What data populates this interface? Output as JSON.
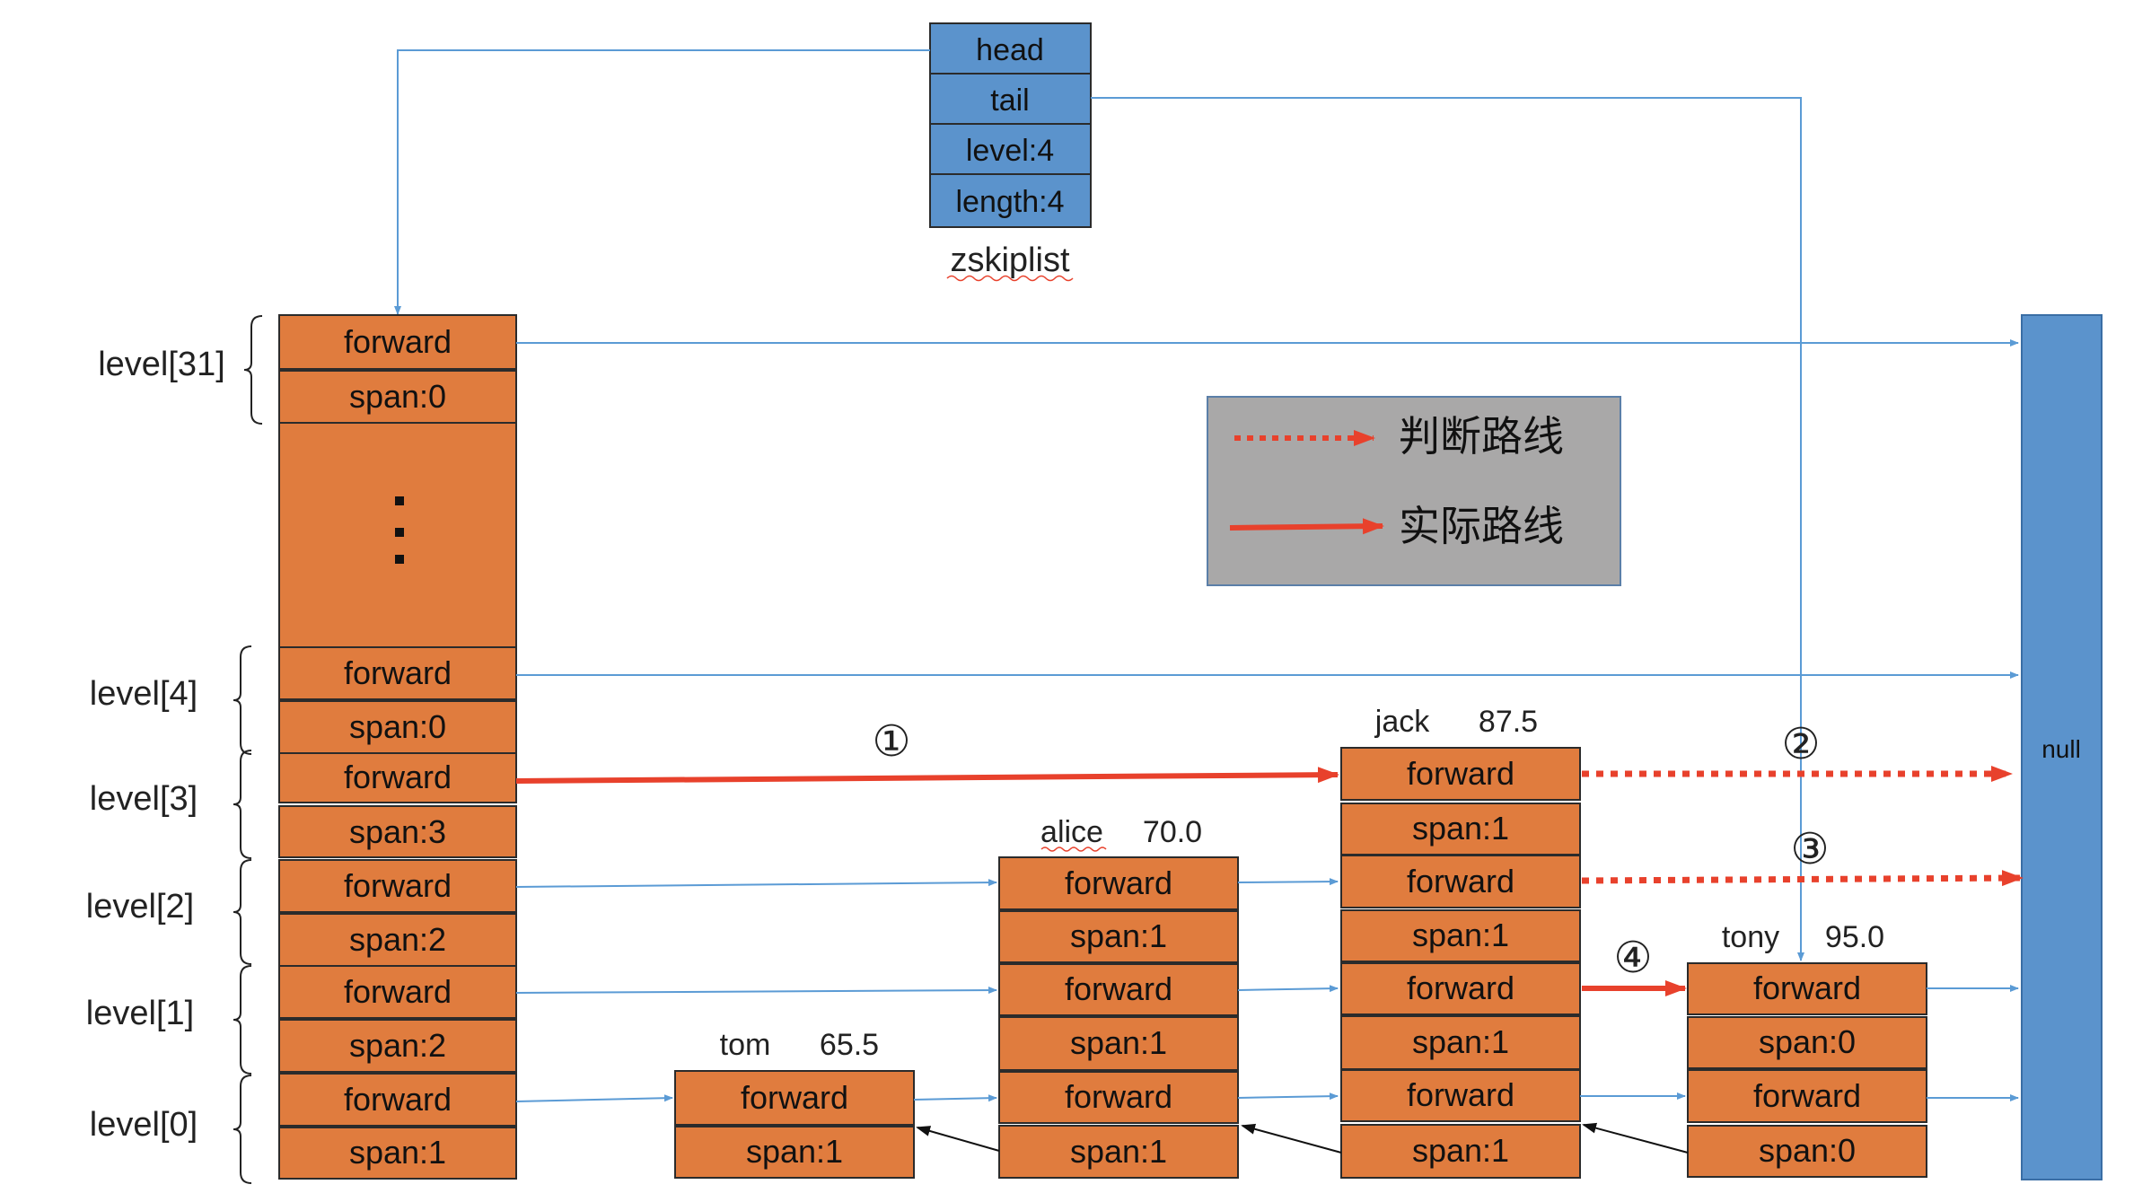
{
  "colors": {
    "node_fill": "#e07c3e",
    "node_stroke": "#2b2b2b",
    "header_fill": "#5b93cc",
    "null_fill": "#5b93cc",
    "pointer_line": "#5b9bd5",
    "route_red": "#e8412c",
    "legend_bg": "#a9a8a8",
    "back_pointer": "#111111"
  },
  "zskiplist": {
    "fields": [
      "head",
      "tail",
      "level:4",
      "length:4"
    ],
    "caption": "zskiplist"
  },
  "header_node": {
    "level_labels": {
      "top": "level[31]",
      "l4": "level[4]",
      "l3": "level[3]",
      "l2": "level[2]",
      "l1": "level[1]",
      "l0": "level[0]"
    },
    "cells": {
      "l31_forward": "forward",
      "l31_span": "span:0",
      "ellipsis": "⋮",
      "l4_forward": "forward",
      "l4_span": "span:0",
      "l3_forward": "forward",
      "l3_span": "span:3",
      "l2_forward": "forward",
      "l2_span": "span:2",
      "l1_forward": "forward",
      "l1_span": "span:2",
      "l0_forward": "forward",
      "l0_span": "span:1"
    }
  },
  "nodes": {
    "tom": {
      "name": "tom",
      "score": "65.5",
      "l0_forward": "forward",
      "l0_span": "span:1"
    },
    "alice": {
      "name": "alice",
      "score": "70.0",
      "l2_forward": "forward",
      "l2_span": "span:1",
      "l1_forward": "forward",
      "l1_span": "span:1",
      "l0_forward": "forward",
      "l0_span": "span:1"
    },
    "jack": {
      "name": "jack",
      "score": "87.5",
      "l3_forward": "forward",
      "l3_span": "span:1",
      "l2_forward": "forward",
      "l2_span": "span:1",
      "l1_forward": "forward",
      "l1_span": "span:1",
      "l0_forward": "forward",
      "l0_span": "span:1"
    },
    "tony": {
      "name": "tony",
      "score": "95.0",
      "l1_forward": "forward",
      "l1_span": "span:0",
      "l0_forward": "forward",
      "l0_span": "span:0"
    }
  },
  "null_label": "null",
  "legend": {
    "dotted_label": "判断路线",
    "solid_label": "实际路线"
  },
  "steps": [
    "①",
    "②",
    "③",
    "④"
  ]
}
